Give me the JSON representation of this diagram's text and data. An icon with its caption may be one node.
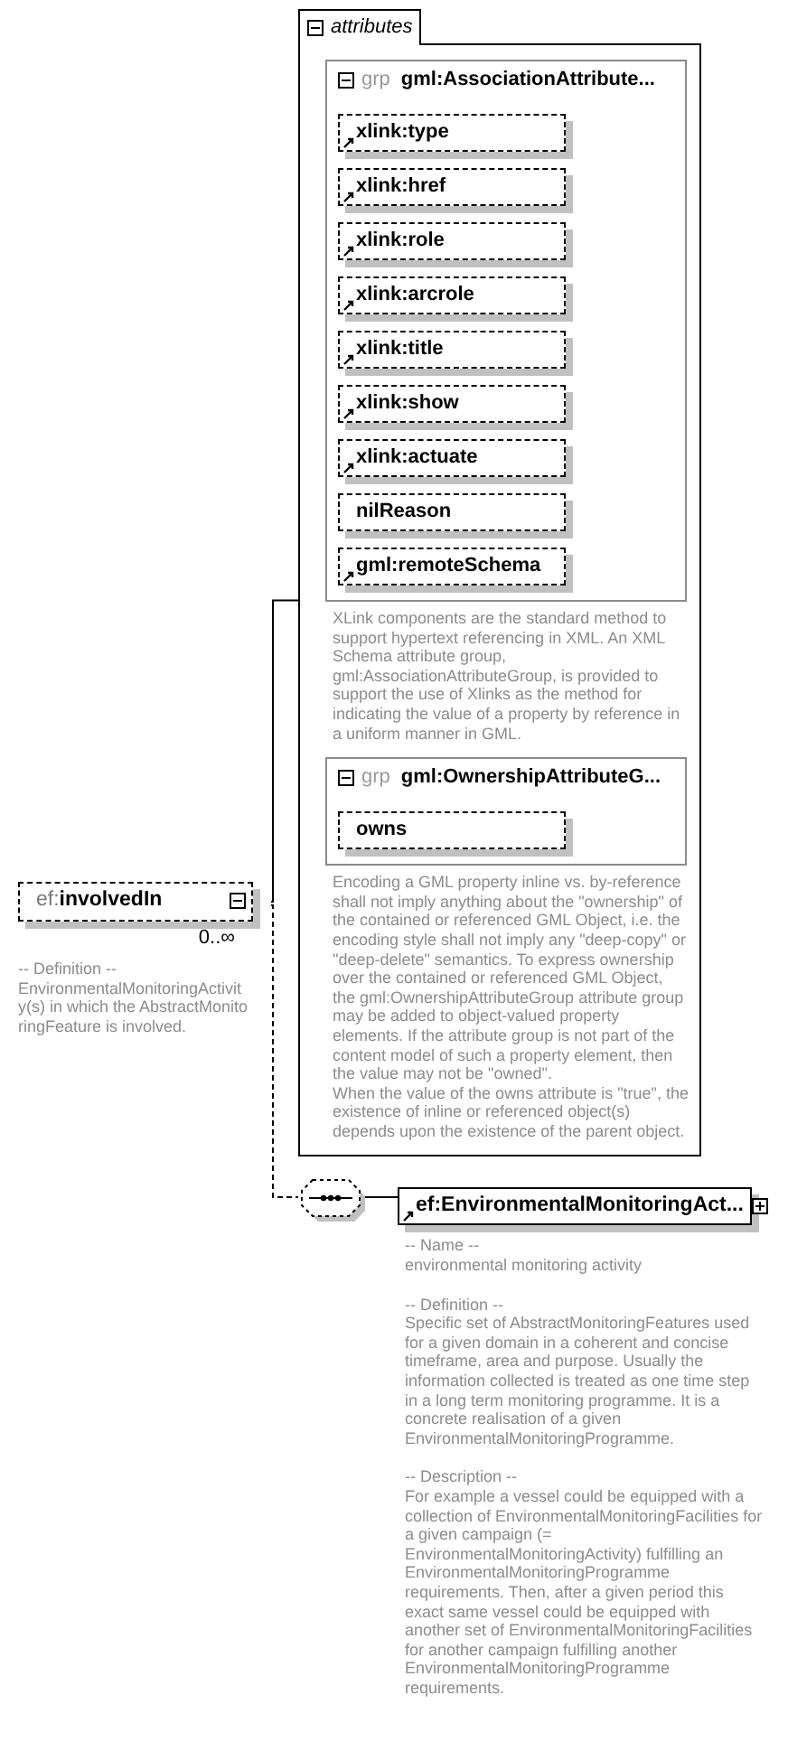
{
  "diagram": {
    "nodes": [
      {
        "text": [
          "ef:**involvedIn**"
        ],
        "beside": [
          "0..∞",
          "-- Definition --",
          "EnvironmentalMonitoringActivity(s) in which the AbstractMonitoringFeature is involved."
        ]
      },
      {
        "text": [
          "attributes"
        ]
      },
      {
        "text": [
          "grp",
          "gml:AssociationAttribute..."
        ],
        "in": 1,
        "beside": [
          "XLink components are the standard method to support hypertext referencing in XML. An XML Schema attribute group, gml:AssociationAttributeGroup, is provided to support the use of Xlinks as the method for indicating the value of a property by reference in a uniform manner in GML."
        ]
      },
      {
        "text": [
          "xlink:type"
        ],
        "in": 2
      },
      {
        "text": [
          "xlink:href"
        ],
        "in": 2
      },
      {
        "text": [
          "xlink:role"
        ],
        "in": 2
      },
      {
        "text": [
          "xlink:arcrole"
        ],
        "in": 2
      },
      {
        "text": [
          "xlink:title"
        ],
        "in": 2
      },
      {
        "text": [
          "xlink:show"
        ],
        "in": 2
      },
      {
        "text": [
          "xlink:actuate"
        ],
        "in": 2
      },
      {
        "text": [
          "nilReason"
        ],
        "in": 2
      },
      {
        "text": [
          "gml:remoteSchema"
        ],
        "in": 2
      },
      {
        "text": [
          "grp",
          "gml:OwnershipAttributeG..."
        ],
        "in": 1,
        "beside": [
          "Encoding a GML property inline vs. by-reference shall not imply anything about the \"ownership\" of the contained or referenced GML Object, i.e. the encoding style shall not imply any \"deep-copy\" or \"deep-delete\" semantics. To express ownership over the contained or referenced GML Object, the gml:OwnershipAttributeGroup attribute group may be added to object-valued property elements. If the attribute group is not part of the content model of such a property element, then the value may not be \"owned\".",
          "When the value of the owns attribute is \"true\", the existence of inline or referenced object(s) depends upon the existence of the parent object."
        ]
      },
      {
        "text": [
          "owns"
        ],
        "in": 12
      },
      {
        "text": [],
        "shape": "octagon"
      },
      {
        "text": [
          "ef:EnvironmentalMonitoringAct..."
        ],
        "beside": [
          "-- Name --",
          "environmental monitoring activity",
          "-- Definition --",
          "Specific set of AbstractMonitoringFeatures used for a given domain in a coherent and concise timeframe, area and purpose. Usually the information collected is treated as one time step in a long term monitoring programme. It is a concrete realisation of a given EnvironmentalMonitoringProgramme.",
          "-- Description --",
          "For example a vessel could be equipped with a collection of EnvironmentalMonitoringFacilities for a given campaign (= EnvironmentalMonitoringActivity) fulfilling an EnvironmentalMonitoringProgramme requirements. Then, after a given period this exact same vessel could be equipped with another set of EnvironmentalMonitoringFacilities for another campaign fulfilling another EnvironmentalMonitoringProgramme requirements."
        ]
      }
    ],
    "edges": [
      {
        "from": 0,
        "to": 1,
        "arrow": "none"
      },
      {
        "from": 0,
        "to": 14,
        "arrow": "none",
        "style": "dashed"
      },
      {
        "from": 14,
        "to": 15,
        "arrow": "none"
      }
    ]
  }
}
